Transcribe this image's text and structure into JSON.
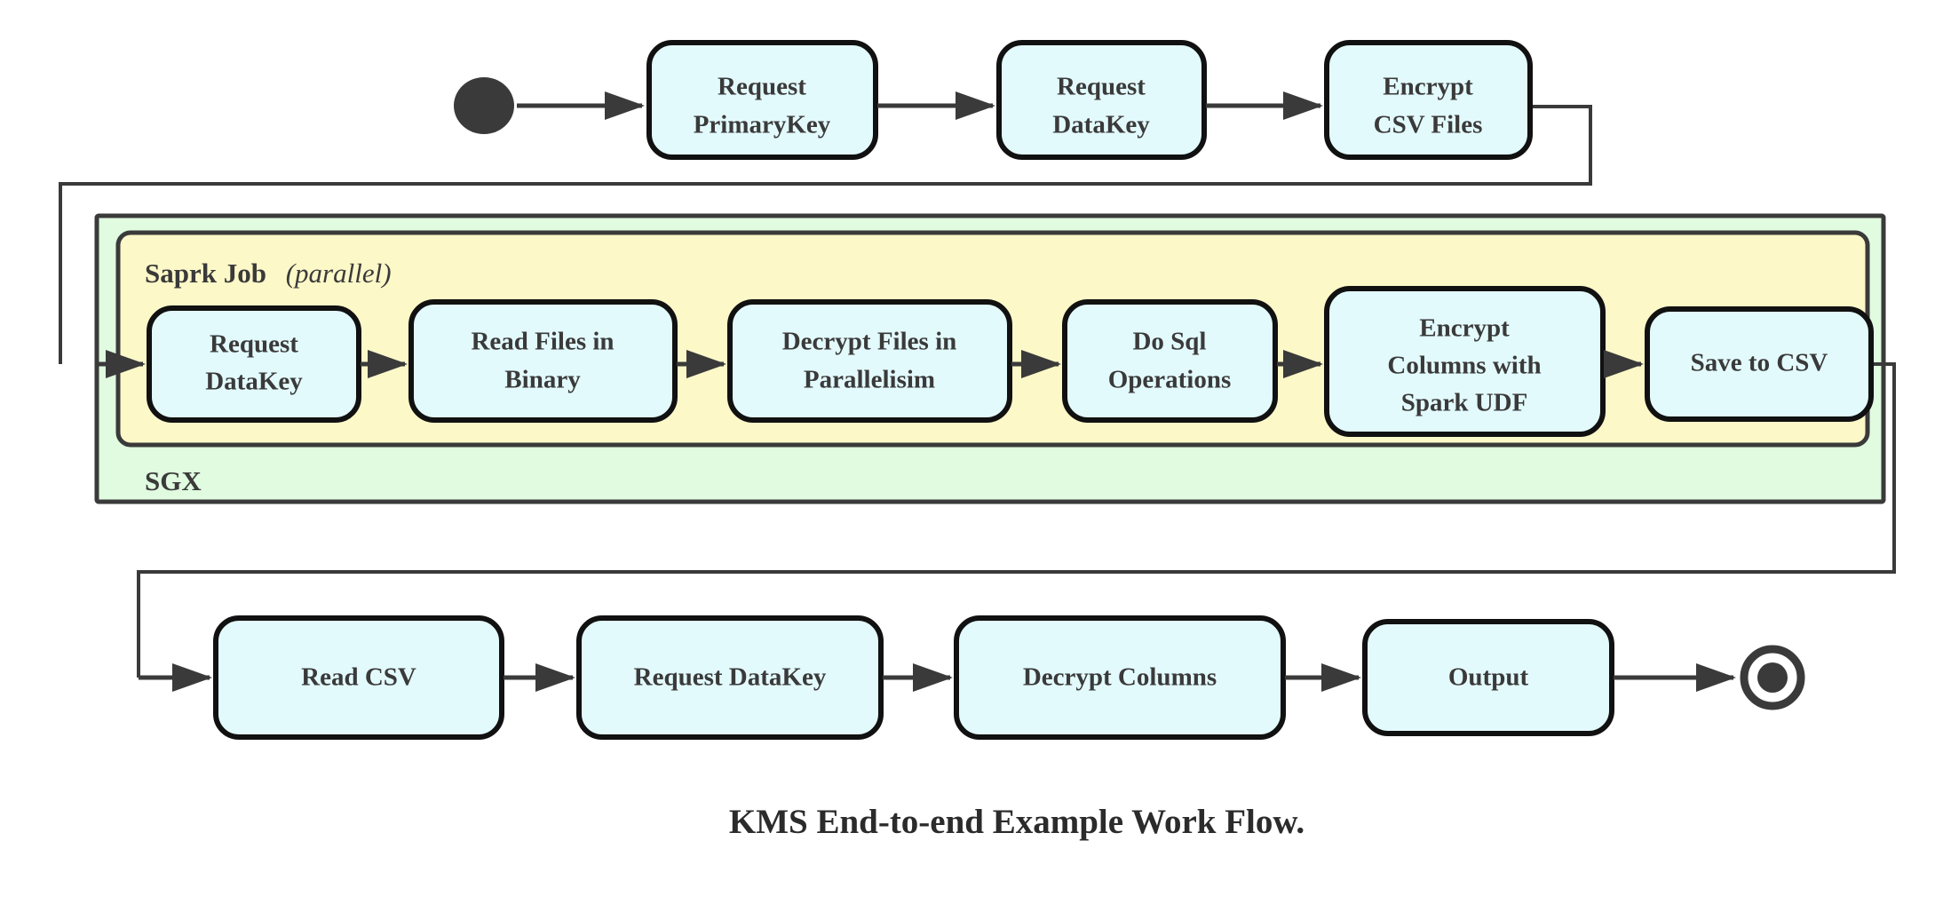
{
  "figure": {
    "caption": "KMS End-to-end Example Work Flow.",
    "colors": {
      "node_fill": "#e3fafd",
      "node_stroke": "#111111",
      "sgx_fill": "#e0fbe0",
      "spark_fill": "#fdf8c8",
      "line": "#3a3a3a",
      "text": "#3a3a3a",
      "background": "#ffffff"
    }
  },
  "start_node": {
    "name": "start-node",
    "shape": "filled-circle"
  },
  "end_node": {
    "name": "end-node",
    "shape": "double-circle"
  },
  "containers": {
    "sgx": {
      "label": "SGX"
    },
    "spark": {
      "label_bold": "Saprk Job",
      "label_italic": "(parallel)",
      "label_italic_open": "(",
      "label_italic_word": "parallel",
      "label_italic_close": ")"
    }
  },
  "rows": {
    "top": [
      {
        "id": "request-primarykey",
        "line1": "Request",
        "line2": "PrimaryKey"
      },
      {
        "id": "request-datakey-top",
        "line1": "Request",
        "line2": "DataKey"
      },
      {
        "id": "encrypt-csv-files",
        "line1": "Encrypt",
        "line2": "CSV Files"
      }
    ],
    "spark": [
      {
        "id": "request-datakey-spark",
        "line1": "Request",
        "line2": "DataKey",
        "line3": ""
      },
      {
        "id": "read-files-in-binary",
        "line1": "Read Files in",
        "line2": "Binary",
        "line3": ""
      },
      {
        "id": "decrypt-files-in-parallelisim",
        "line1": "Decrypt Files in",
        "line2": "Parallelisim",
        "line3": ""
      },
      {
        "id": "do-sql-operations",
        "line1": "Do Sql",
        "line2": "Operations",
        "line3": ""
      },
      {
        "id": "encrypt-columns-with-spark-udf",
        "line1": "Encrypt",
        "line2": "Columns with",
        "line3": "Spark UDF"
      },
      {
        "id": "save-to-csv",
        "line1": "Save to CSV",
        "line2": "",
        "line3": ""
      }
    ],
    "bottom": [
      {
        "id": "read-csv",
        "line1": "Read CSV"
      },
      {
        "id": "request-datakey-bottom",
        "line1": "Request DataKey"
      },
      {
        "id": "decrypt-columns",
        "line1": "Decrypt Columns"
      },
      {
        "id": "output",
        "line1": "Output"
      }
    ]
  },
  "chart_data": {
    "type": "flowchart",
    "title": "KMS End-to-end Example Work Flow.",
    "nodes": [
      "start",
      "Request PrimaryKey",
      "Request DataKey",
      "Encrypt CSV Files",
      "Request DataKey",
      "Read Files in Binary",
      "Decrypt Files in Parallelisim",
      "Do Sql Operations",
      "Encrypt Columns with Spark UDF",
      "Save to CSV",
      "Read CSV",
      "Request DataKey",
      "Decrypt Columns",
      "Output",
      "end"
    ],
    "groups": [
      {
        "label": "SGX",
        "contains": [
          "Saprk Job (parallel)"
        ]
      },
      {
        "label": "Saprk Job (parallel)",
        "contains": [
          "Request DataKey",
          "Read Files in Binary",
          "Decrypt Files in Parallelisim",
          "Do Sql Operations",
          "Encrypt Columns with Spark UDF",
          "Save to CSV"
        ]
      }
    ],
    "edges": [
      [
        "start",
        "Request PrimaryKey"
      ],
      [
        "Request PrimaryKey",
        "Request DataKey"
      ],
      [
        "Request DataKey",
        "Encrypt CSV Files"
      ],
      [
        "Encrypt CSV Files",
        "Request DataKey (Spark)"
      ],
      [
        "Request DataKey (Spark)",
        "Read Files in Binary"
      ],
      [
        "Read Files in Binary",
        "Decrypt Files in Parallelisim"
      ],
      [
        "Decrypt Files in Parallelisim",
        "Do Sql Operations"
      ],
      [
        "Do Sql Operations",
        "Encrypt Columns with Spark UDF"
      ],
      [
        "Encrypt Columns with Spark UDF",
        "Save to CSV"
      ],
      [
        "Save to CSV",
        "Read CSV"
      ],
      [
        "Read CSV",
        "Request DataKey (bottom)"
      ],
      [
        "Request DataKey (bottom)",
        "Decrypt Columns"
      ],
      [
        "Decrypt Columns",
        "Output"
      ],
      [
        "Output",
        "end"
      ]
    ]
  }
}
